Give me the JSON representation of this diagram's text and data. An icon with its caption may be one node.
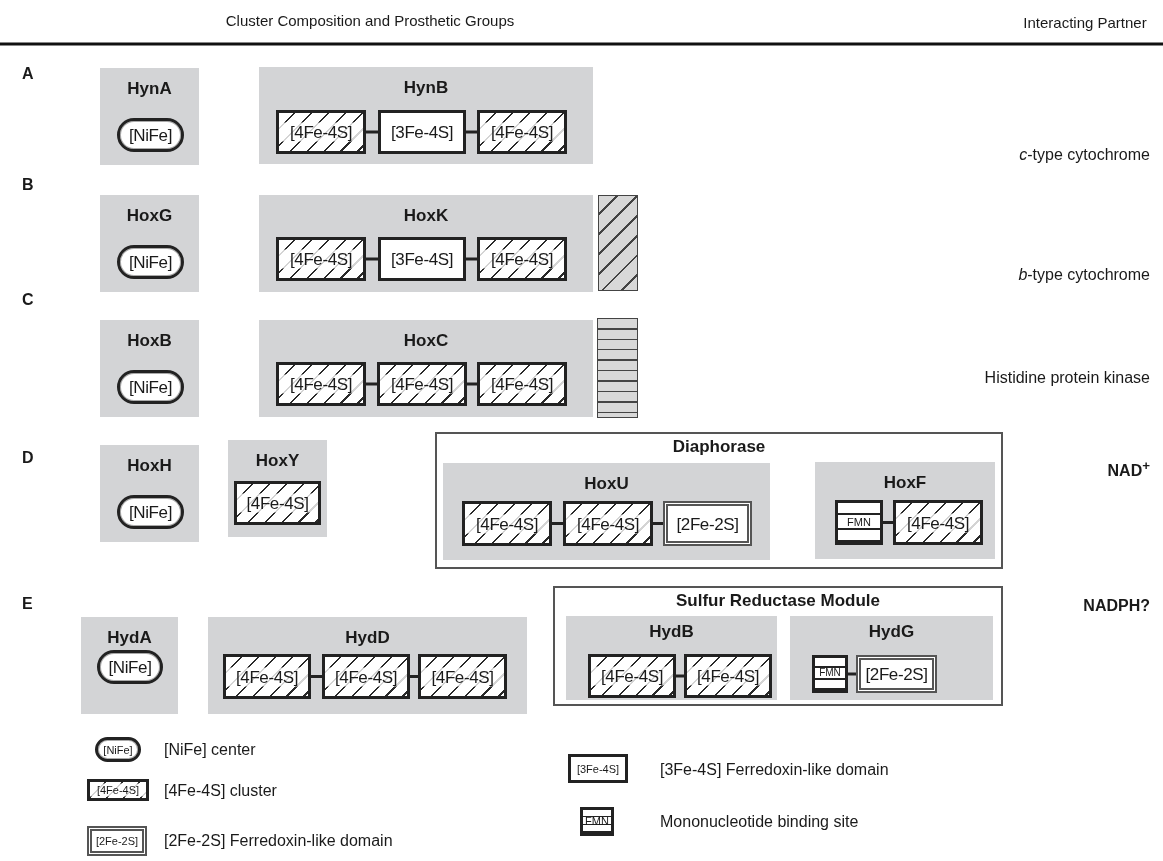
{
  "diagram": {
    "nodes": [
      {
        "text": [
          "HynA"
        ]
      },
      {
        "text": [
          "[NiFe]"
        ],
        "in": 0
      },
      {
        "text": [
          "HynB"
        ]
      },
      {
        "text": [
          "[4Fe-4S]"
        ],
        "in": 2
      },
      {
        "text": [
          "[3Fe-4S]"
        ],
        "in": 2
      },
      {
        "text": [
          "[4Fe-4S]"
        ],
        "in": 2
      },
      {
        "text": [
          "HoxG"
        ]
      },
      {
        "text": [
          "[NiFe]"
        ],
        "in": 6
      },
      {
        "text": [
          "HoxK"
        ]
      },
      {
        "text": [
          "[4Fe-4S]"
        ],
        "in": 8
      },
      {
        "text": [
          "[3Fe-4S]"
        ],
        "in": 8
      },
      {
        "text": [
          "[4Fe-4S]"
        ],
        "in": 8
      },
      {
        "text": [],
        "shape": "bar"
      },
      {
        "text": [
          "HoxB"
        ]
      },
      {
        "text": [
          "[NiFe]"
        ],
        "in": 13
      },
      {
        "text": [
          "HoxC"
        ]
      },
      {
        "text": [
          "[4Fe-4S]"
        ],
        "in": 15
      },
      {
        "text": [
          "[4Fe-4S]"
        ],
        "in": 15
      },
      {
        "text": [
          "[4Fe-4S]"
        ],
        "in": 15
      },
      {
        "text": [],
        "shape": "bar"
      },
      {
        "text": [
          "HoxH"
        ]
      },
      {
        "text": [
          "[NiFe]"
        ],
        "in": 20
      },
      {
        "text": [
          "HoxY"
        ]
      },
      {
        "text": [
          "[4Fe-4S]"
        ],
        "in": 22
      },
      {
        "text": [
          "Diaphorase"
        ]
      },
      {
        "text": [
          "HoxU"
        ],
        "in": 24
      },
      {
        "text": [
          "[4Fe-4S]"
        ],
        "in": 25
      },
      {
        "text": [
          "[4Fe-4S]"
        ],
        "in": 25
      },
      {
        "text": [
          "[2Fe-2S]"
        ],
        "in": 25
      },
      {
        "text": [
          "HoxF"
        ],
        "in": 24
      },
      {
        "text": [
          "FMN"
        ],
        "in": 29
      },
      {
        "text": [
          "[4Fe-4S]"
        ],
        "in": 29
      },
      {
        "text": [
          "HydA"
        ]
      },
      {
        "text": [
          "[NiFe]"
        ],
        "in": 32
      },
      {
        "text": [
          "HydD"
        ]
      },
      {
        "text": [
          "[4Fe-4S]"
        ],
        "in": 34
      },
      {
        "text": [
          "[4Fe-4S]"
        ],
        "in": 34
      },
      {
        "text": [
          "[4Fe-4S]"
        ],
        "in": 34
      },
      {
        "text": [
          "Sulfur Reductase Module"
        ]
      },
      {
        "text": [
          "HydB"
        ],
        "in": 38
      },
      {
        "text": [
          "[4Fe-4S]"
        ],
        "in": 39
      },
      {
        "text": [
          "[4Fe-4S]"
        ],
        "in": 39
      },
      {
        "text": [
          "HydG"
        ],
        "in": 38
      },
      {
        "text": [
          "FMN"
        ],
        "in": 42
      },
      {
        "text": [
          "[2Fe-2S]"
        ],
        "in": 42
      },
      {
        "text": [
          "[NiFe]"
        ]
      },
      {
        "text": [
          "[4Fe-4S]"
        ]
      },
      {
        "text": [
          "[2Fe-2S]"
        ]
      },
      {
        "text": [
          "[3Fe-4S]"
        ]
      },
      {
        "text": [
          "FMN"
        ]
      }
    ],
    "edges": [
      {
        "from": 3,
        "to": 4,
        "arrow": "none"
      },
      {
        "from": 4,
        "to": 5,
        "arrow": "none"
      },
      {
        "from": 9,
        "to": 10,
        "arrow": "none"
      },
      {
        "from": 10,
        "to": 11,
        "arrow": "none"
      },
      {
        "from": 16,
        "to": 17,
        "arrow": "none"
      },
      {
        "from": 17,
        "to": 18,
        "arrow": "none"
      },
      {
        "from": 26,
        "to": 27,
        "arrow": "none"
      },
      {
        "from": 27,
        "to": 28,
        "arrow": "none"
      },
      {
        "from": 30,
        "to": 31,
        "arrow": "none"
      },
      {
        "from": 35,
        "to": 36,
        "arrow": "none"
      },
      {
        "from": 36,
        "to": 37,
        "arrow": "none"
      },
      {
        "from": 40,
        "to": 41,
        "arrow": "none"
      },
      {
        "from": 43,
        "to": 44,
        "arrow": "none"
      }
    ],
    "labels": [
      "Cluster Composition and Prosthetic Groups",
      "Interacting Partner",
      "A",
      "*c*-type cytochrome",
      "B",
      "*b*-type cytochrome",
      "C",
      "Histidine protein kinase",
      "D",
      "NAD$^{+}$",
      "E",
      "NADPH?"
    ],
    "legend": [
      {
        "text": "[NiFe] center"
      },
      {
        "text": "[4Fe-4S] cluster"
      },
      {
        "text": "[2Fe-2S] Ferredoxin-like domain"
      },
      {
        "text": "[3Fe-4S] Ferredoxin-like domain"
      },
      {
        "text": "Mononucleotide binding site"
      }
    ]
  }
}
